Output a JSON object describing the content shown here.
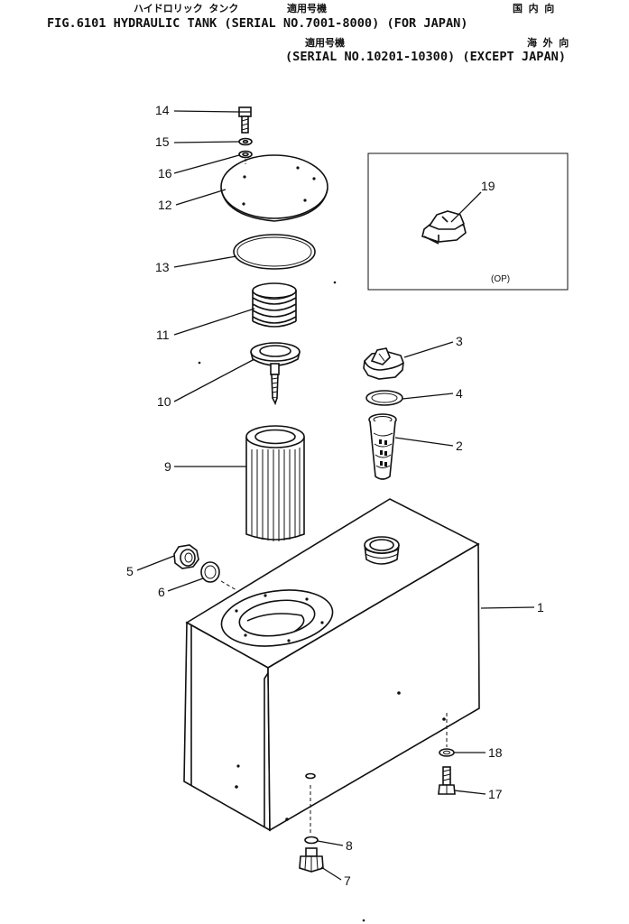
{
  "title": {
    "kana_line1": "ハイドロリック タンク",
    "kana_serial1": "適用号機",
    "kana_region1": "国 内 向",
    "line1": "FIG.6101  HYDRAULIC TANK (SERIAL NO.7001-8000) (FOR JAPAN)",
    "kana_serial2": "適用号機",
    "kana_region2": "海 外 向",
    "line2": "(SERIAL NO.10201-10300) (EXCEPT JAPAN)"
  },
  "inset": {
    "part": "19",
    "note": "(OP)"
  },
  "callouts": {
    "p1": "1",
    "p2": "2",
    "p3": "3",
    "p4": "4",
    "p5": "5",
    "p6": "6",
    "p7": "7",
    "p8": "8",
    "p9": "9",
    "p10": "10",
    "p11": "11",
    "p12": "12",
    "p13": "13",
    "p14": "14",
    "p15": "15",
    "p16": "16",
    "p17": "17",
    "p18": "18"
  }
}
